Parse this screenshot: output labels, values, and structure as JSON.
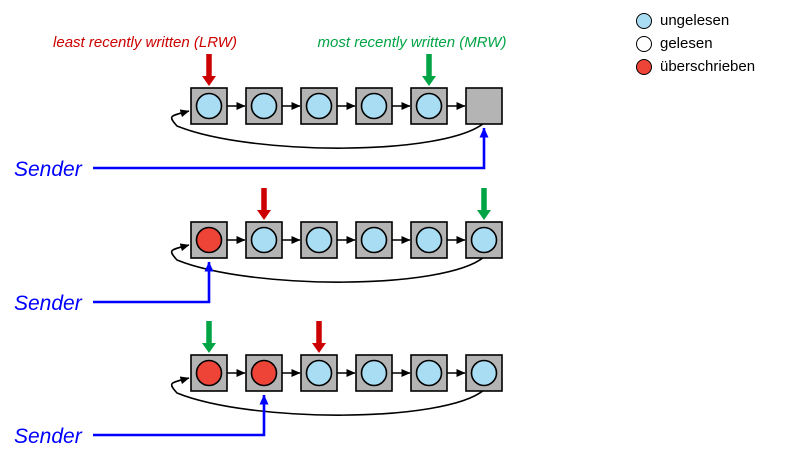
{
  "colors": {
    "unread": "#a8ddf4",
    "read": "#ffffff",
    "overwritten": "#ee4437",
    "cell_fill": "#b4b4b4",
    "cell_border": "#000000",
    "lrw_arrow": "#cc0000",
    "mrw_arrow": "#00a445",
    "sender": "#0000ff",
    "link": "#000000"
  },
  "legend": {
    "items": [
      {
        "label": "ungelesen",
        "state": "unread"
      },
      {
        "label": "gelesen",
        "state": "read"
      },
      {
        "label": "überschrieben",
        "state": "overwritten"
      }
    ]
  },
  "labels": {
    "lrw": "least recently written (LRW)",
    "mrw": "most recently written (MRW)",
    "sender": "Sender"
  },
  "rows": [
    {
      "cells": [
        "unread",
        "unread",
        "unread",
        "unread",
        "unread",
        "empty"
      ],
      "lrw_index": 0,
      "mrw_index": 4,
      "sender_index": 5,
      "show_captions": true
    },
    {
      "cells": [
        "overwritten",
        "unread",
        "unread",
        "unread",
        "unread",
        "unread"
      ],
      "lrw_index": 1,
      "mrw_index": 5,
      "sender_index": 0,
      "show_captions": false
    },
    {
      "cells": [
        "overwritten",
        "overwritten",
        "unread",
        "unread",
        "unread",
        "unread"
      ],
      "lrw_index": 2,
      "mrw_index": 0,
      "sender_index": 1,
      "show_captions": false
    }
  ]
}
